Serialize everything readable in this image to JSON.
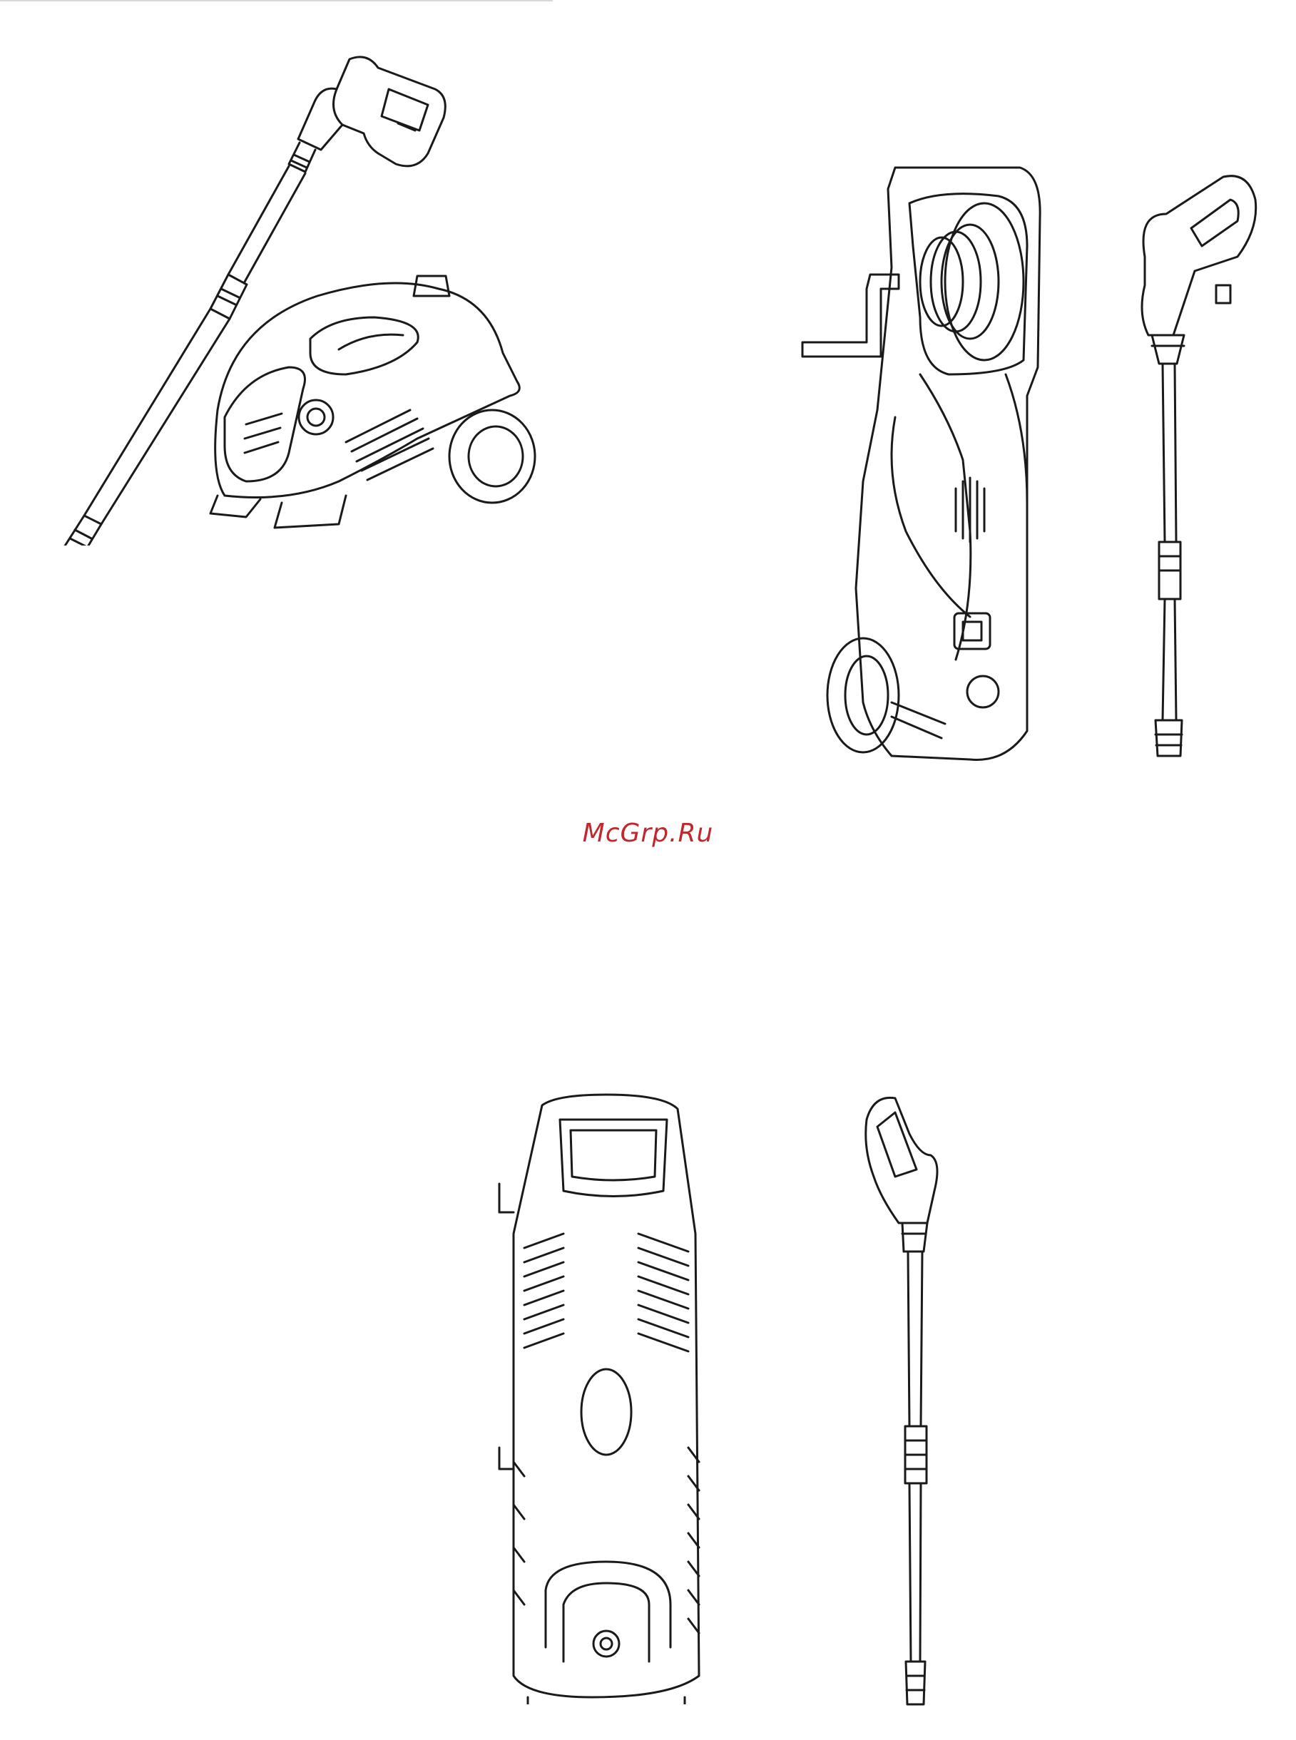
{
  "page": {
    "watermark": "McGrp.Ru",
    "watermark_color": "#c0282d",
    "line_color": "#1a1a1a"
  },
  "figures": [
    {
      "id": "canister-pressure-washer",
      "icons": [
        "spray-gun",
        "lance",
        "wheel",
        "hose-outlet"
      ]
    },
    {
      "id": "upright-pressure-washer-with-hose-reel",
      "icons": [
        "hose-reel",
        "crank-handle",
        "wheel",
        "spray-gun",
        "lance"
      ]
    },
    {
      "id": "compact-upright-pressure-washer",
      "icons": [
        "carry-handle",
        "vents",
        "hose-outlet",
        "spray-gun",
        "lance"
      ]
    }
  ]
}
